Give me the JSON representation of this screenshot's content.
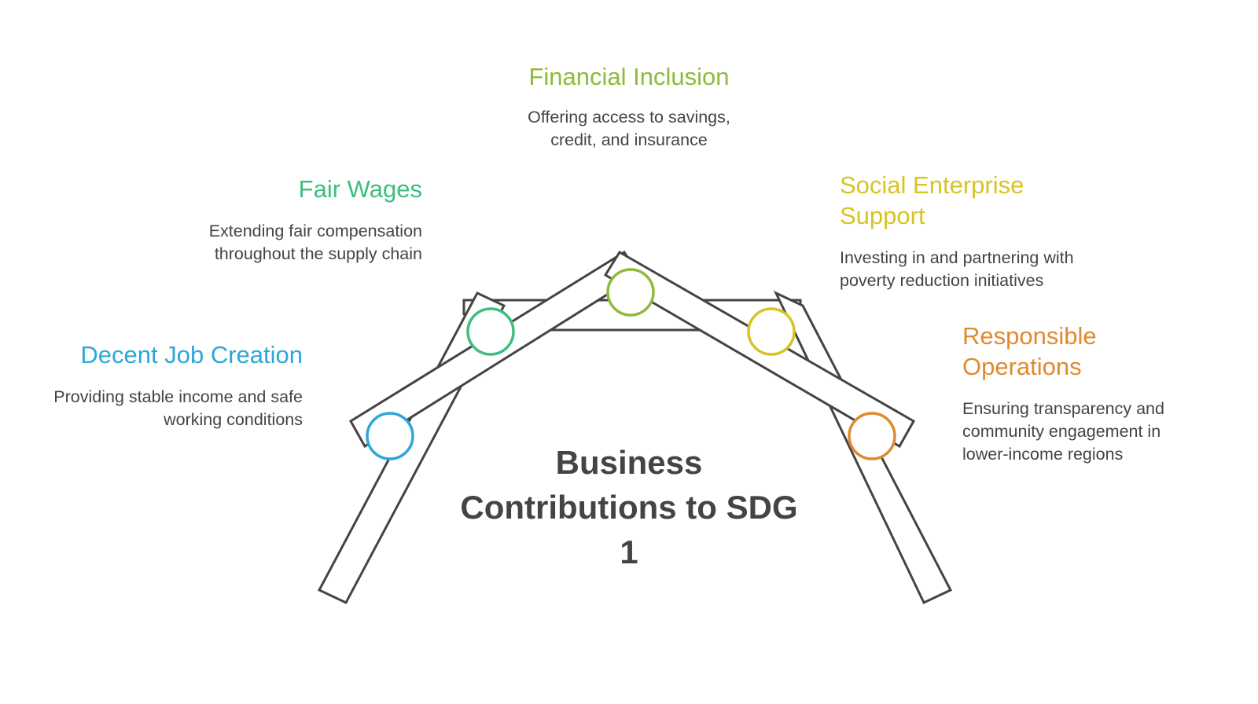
{
  "center_title": "Business Contributions to SDG 1",
  "items": [
    {
      "title": "Decent Job Creation",
      "description": "Providing stable income and safe working conditions",
      "color": "#2BA8D8"
    },
    {
      "title": "Fair Wages",
      "description": "Extending fair compensation throughout the supply chain",
      "color": "#3DBE7E"
    },
    {
      "title": "Financial Inclusion",
      "description": "Offering access to savings, credit, and insurance",
      "color": "#8DBB3A"
    },
    {
      "title": "Social Enterprise Support",
      "description": "Investing in and partnering with poverty reduction initiatives",
      "color": "#D6C424"
    },
    {
      "title": "Responsible Operations",
      "description": "Ensuring transparency and community engagement in lower-income regions",
      "color": "#E08A2E"
    }
  ],
  "frame_color": "#444444"
}
